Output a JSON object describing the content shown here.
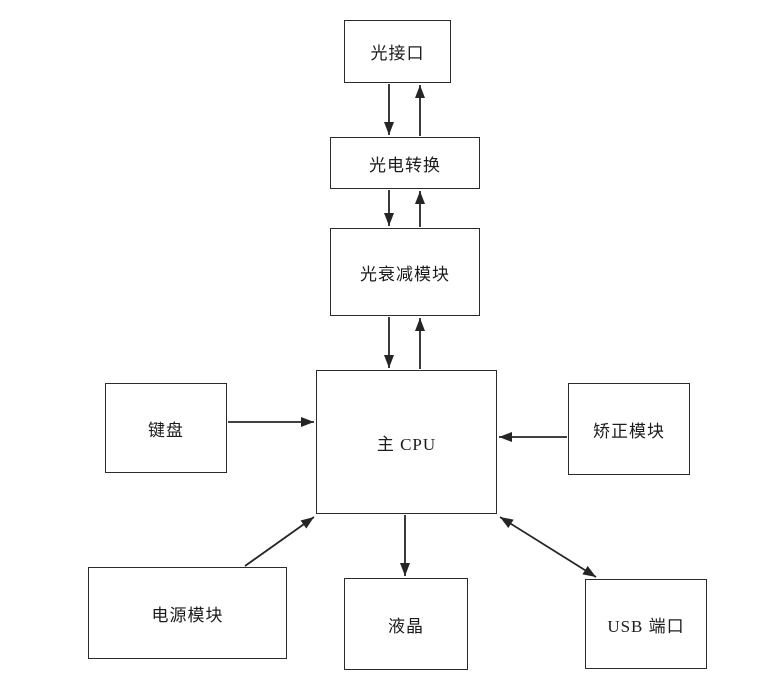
{
  "diagram": {
    "title": "optical-device-block-diagram",
    "background_color": "#ffffff",
    "line_color": "#252525",
    "box_border_color": "#2b2b2b",
    "text_color": "#1c1c1c",
    "nodes": [
      {
        "id": "optical-interface",
        "label": "光接口"
      },
      {
        "id": "photoelectric-conversion",
        "label": "光电转换"
      },
      {
        "id": "optical-attenuation",
        "label": "光衰减模块"
      },
      {
        "id": "main-cpu",
        "label": "主 CPU"
      },
      {
        "id": "keyboard",
        "label": "键盘"
      },
      {
        "id": "correction-module",
        "label": "矫正模块"
      },
      {
        "id": "power-module",
        "label": "电源模块"
      },
      {
        "id": "lcd",
        "label": "液晶"
      },
      {
        "id": "usb-port",
        "label": "USB 端口"
      }
    ],
    "edges": [
      {
        "from": "optical-interface",
        "to": "photoelectric-conversion",
        "bidirectional": false
      },
      {
        "from": "photoelectric-conversion",
        "to": "optical-interface",
        "bidirectional": false
      },
      {
        "from": "photoelectric-conversion",
        "to": "optical-attenuation",
        "bidirectional": false
      },
      {
        "from": "optical-attenuation",
        "to": "photoelectric-conversion",
        "bidirectional": false
      },
      {
        "from": "optical-attenuation",
        "to": "main-cpu",
        "bidirectional": false
      },
      {
        "from": "main-cpu",
        "to": "optical-attenuation",
        "bidirectional": false
      },
      {
        "from": "keyboard",
        "to": "main-cpu",
        "bidirectional": false
      },
      {
        "from": "correction-module",
        "to": "main-cpu",
        "bidirectional": false
      },
      {
        "from": "power-module",
        "to": "main-cpu",
        "bidirectional": false
      },
      {
        "from": "main-cpu",
        "to": "lcd",
        "bidirectional": false
      },
      {
        "from": "main-cpu",
        "to": "usb-port",
        "bidirectional": true
      }
    ]
  }
}
